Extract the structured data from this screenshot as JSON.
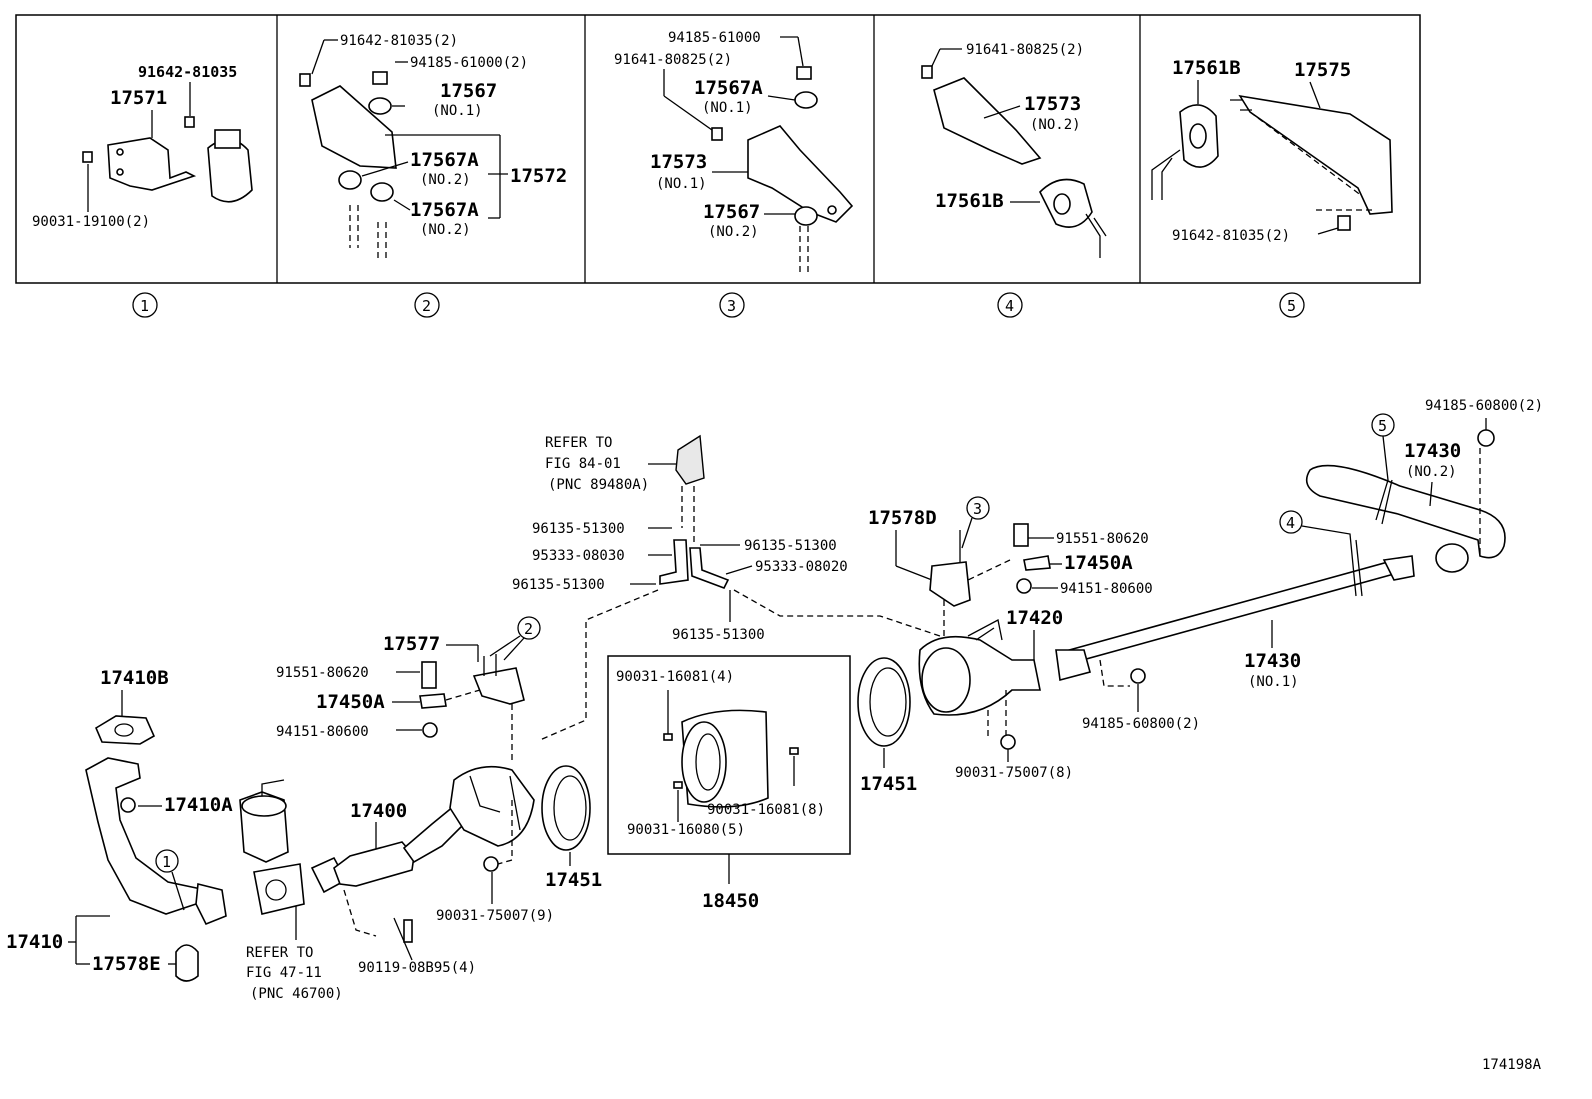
{
  "figure_id": "174198A",
  "insets": [
    {
      "index": "1",
      "labels": [
        "91642-81035",
        "17571",
        "90031-19100(2)"
      ]
    },
    {
      "index": "2",
      "labels": [
        "91642-81035(2)",
        "94185-61000(2)",
        "17567",
        "(NO.1)",
        "17567A",
        "(NO.2)",
        "17572",
        "17567A",
        "(NO.2)"
      ]
    },
    {
      "index": "3",
      "labels": [
        "94185-61000",
        "91641-80825(2)",
        "17567A",
        "(NO.1)",
        "17573",
        "(NO.1)",
        "17567",
        "(NO.2)"
      ]
    },
    {
      "index": "4",
      "labels": [
        "91641-80825(2)",
        "17573",
        "(NO.2)",
        "17561B"
      ]
    },
    {
      "index": "5",
      "labels": [
        "17561B",
        "17575",
        "91642-81035(2)"
      ]
    }
  ],
  "main": {
    "labels": [
      "REFER TO",
      "FIG 84-01",
      "(PNC 89480A)",
      "96135-51300",
      "95333-08030",
      "96135-51300",
      "95333-08020",
      "96135-51300",
      "96135-51300",
      "17578D",
      "91551-80620",
      "17450A",
      "94151-80600",
      "17420",
      "17430",
      "(NO.2)",
      "94185-60800(2)",
      "17430",
      "(NO.1)",
      "94185-60800(2)",
      "17451",
      "90031-75007(8)",
      "17577",
      "91551-80620",
      "17450A",
      "94151-80600",
      "17410B",
      "17410A",
      "17400",
      "17451",
      "90031-75007(9)",
      "90031-16081(4)",
      "90031-16081(8)",
      "90031-16080(5)",
      "18450",
      "17410",
      "17578E",
      "REFER TO",
      "FIG 47-11",
      "(PNC 46700)",
      "90119-08B95(4)"
    ],
    "callouts": [
      "1",
      "2",
      "3",
      "4",
      "5"
    ]
  }
}
